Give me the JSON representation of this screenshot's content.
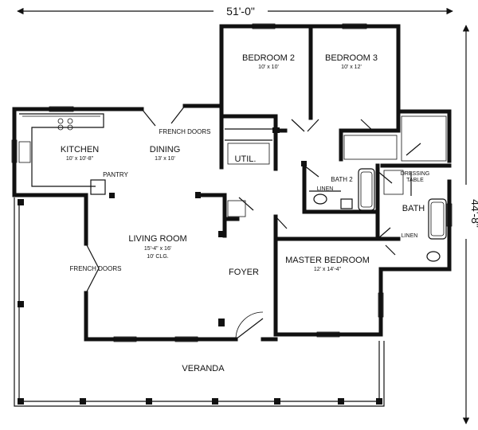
{
  "overall": {
    "width": "51'-0\"",
    "depth": "44'-8\""
  },
  "rooms": [
    {
      "key": "bedroom2",
      "name": "BEDROOM 2",
      "dims": "10' x 10'"
    },
    {
      "key": "bedroom3",
      "name": "BEDROOM 3",
      "dims": "10' x 12'"
    },
    {
      "key": "kitchen",
      "name": "KITCHEN",
      "dims": "10' x 10'-8\""
    },
    {
      "key": "dining",
      "name": "DINING",
      "dims": "13' x 10'"
    },
    {
      "key": "living",
      "name": "LIVING ROOM",
      "dims": "15'-4\" x 16'",
      "note": "10' CLG."
    },
    {
      "key": "master",
      "name": "MASTER BEDROOM",
      "dims": "12' x 14'-4\""
    }
  ],
  "labels": {
    "french_doors_top": "FRENCH DOORS",
    "french_doors_left": "FRENCH DOORS",
    "util": "UTIL.",
    "pantry": "PANTRY",
    "bath2": "BATH 2",
    "linen_bath2": "LINEN",
    "dressing_1": "DRESSING",
    "dressing_2": "TABLE",
    "bath": "BATH",
    "linen_master": "LINEN",
    "foyer": "FOYER",
    "veranda": "VERANDA"
  }
}
